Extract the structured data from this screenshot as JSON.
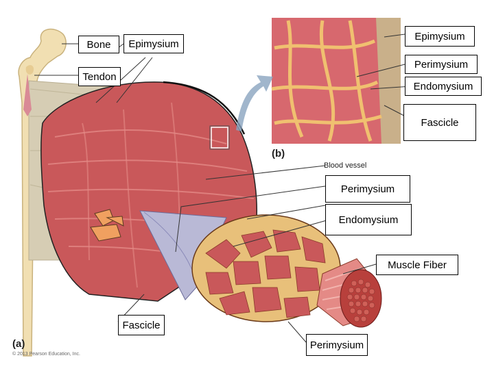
{
  "labels": {
    "bone": "Bone",
    "epimysium_a": "Epimysium",
    "tendon": "Tendon",
    "epimysium_b": "Epimysium",
    "perimysium_b": "Perimysium",
    "endomysium_b": "Endomysium",
    "fascicle_b": "Fascicle",
    "panel_b": "(b)",
    "blood_vessel": "Blood vessel",
    "perimysium_mid": "Perimysium",
    "endomysium_mid": "Endomysium",
    "muscle_fiber": "Muscle Fiber",
    "fascicle_bottom": "Fascicle",
    "perimysium_bottom": "Perimysium",
    "panel_a": "(a)",
    "copyright": "© 2013 Pearson Education, Inc."
  },
  "colors": {
    "muscle": "#c9585a",
    "muscle_light": "#e48a86",
    "connective": "#e8c07a",
    "bone": "#f1dfb2",
    "tendon": "#cfc8b2",
    "sheath": "#b9b9d6",
    "arrow": "#8aa4bf"
  }
}
